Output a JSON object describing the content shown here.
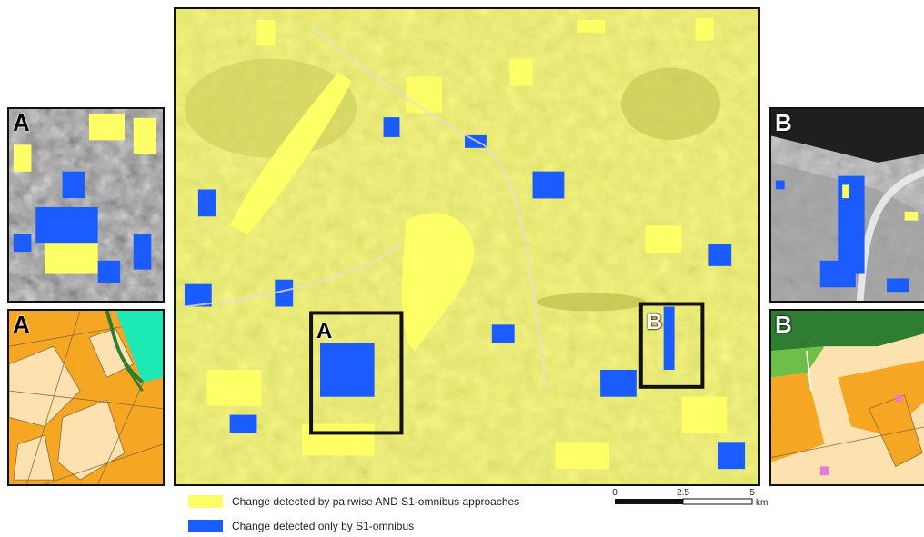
{
  "map": {
    "labels": {
      "box_a": "A",
      "box_b": "B",
      "inset_a_top": "A",
      "inset_a_bottom": "A",
      "inset_b_top": "B",
      "inset_b_bottom": "B"
    }
  },
  "legend": {
    "items": [
      {
        "label": "Change detected by pairwise AND S1-omnibus approaches",
        "color": "#ffff66"
      },
      {
        "label": "Change detected only by S1-omnibus",
        "color": "#1a5cff"
      }
    ]
  },
  "scalebar": {
    "ticks": [
      "0",
      "2.5",
      "5"
    ],
    "unit": "km"
  },
  "colors": {
    "yellow_change": "#ffff66",
    "blue_change": "#1a5cff",
    "landuse_orange": "#f5a623",
    "landuse_beige": "#fde2b0",
    "landuse_green_dark": "#2e7d32",
    "landuse_teal": "#1de9b6"
  },
  "icons": {
    "main": "satellite-change-map",
    "insets": "zoom-inset-panels"
  }
}
